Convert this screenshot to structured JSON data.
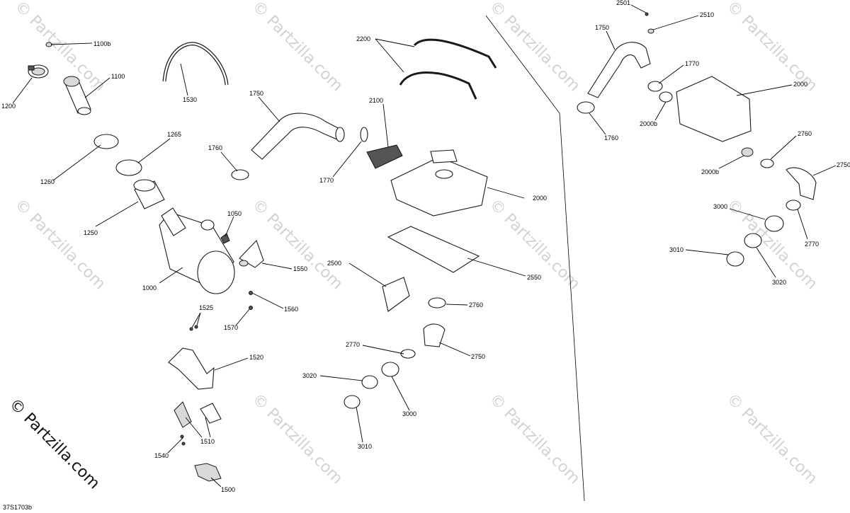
{
  "diagram": {
    "drawing_code": "37S1703b",
    "watermark_text": "© Partzilla.com",
    "callouts": [
      "1100b",
      "1100",
      "1200",
      "1530",
      "1750",
      "1760",
      "1265",
      "1260",
      "1250",
      "1050",
      "1550",
      "1000",
      "1525",
      "1560",
      "1570",
      "1520",
      "1510",
      "1540",
      "1500",
      "2200",
      "2100",
      "1770",
      "2000",
      "2550",
      "2500",
      "2760",
      "2770",
      "2750",
      "3020",
      "3000",
      "3010",
      "2501",
      "2510",
      "1750",
      "1770",
      "2000",
      "2000b",
      "1760",
      "2000b",
      "2760",
      "2750",
      "3000",
      "2770",
      "3010",
      "3020"
    ]
  }
}
